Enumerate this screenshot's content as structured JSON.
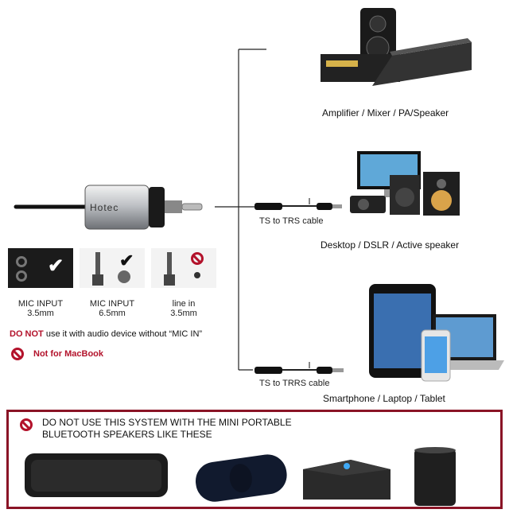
{
  "product": {
    "brand": "Hotec"
  },
  "devices": {
    "amplifier": "Amplifier / Mixer / PA/Speaker",
    "desktop": "Desktop / DSLR / Active speaker",
    "smartphone": "Smartphone / Laptop / Tablet"
  },
  "cables": {
    "ts_trs": "TS to TRS cable",
    "ts_trrs": "TS to TRRS cable"
  },
  "inputs": [
    {
      "line1": "MIC INPUT",
      "line2": "3.5mm"
    },
    {
      "line1": "MIC INPUT",
      "line2": "6.5mm"
    },
    {
      "line1": "line in",
      "line2": "3.5mm"
    }
  ],
  "warnings": {
    "do_not": "DO NOT",
    "do_not_rest": " use it with audio device without “MIC IN”",
    "macbook": "Not for MacBook",
    "bluetooth_line1": "DO NOT USE THIS SYSTEM WITH THE MINI PORTABLE",
    "bluetooth_line2": "BLUETOOTH SPEAKERS LIKE THESE"
  },
  "colors": {
    "warning_red": "#b3122b",
    "box_border": "#8a1426"
  }
}
